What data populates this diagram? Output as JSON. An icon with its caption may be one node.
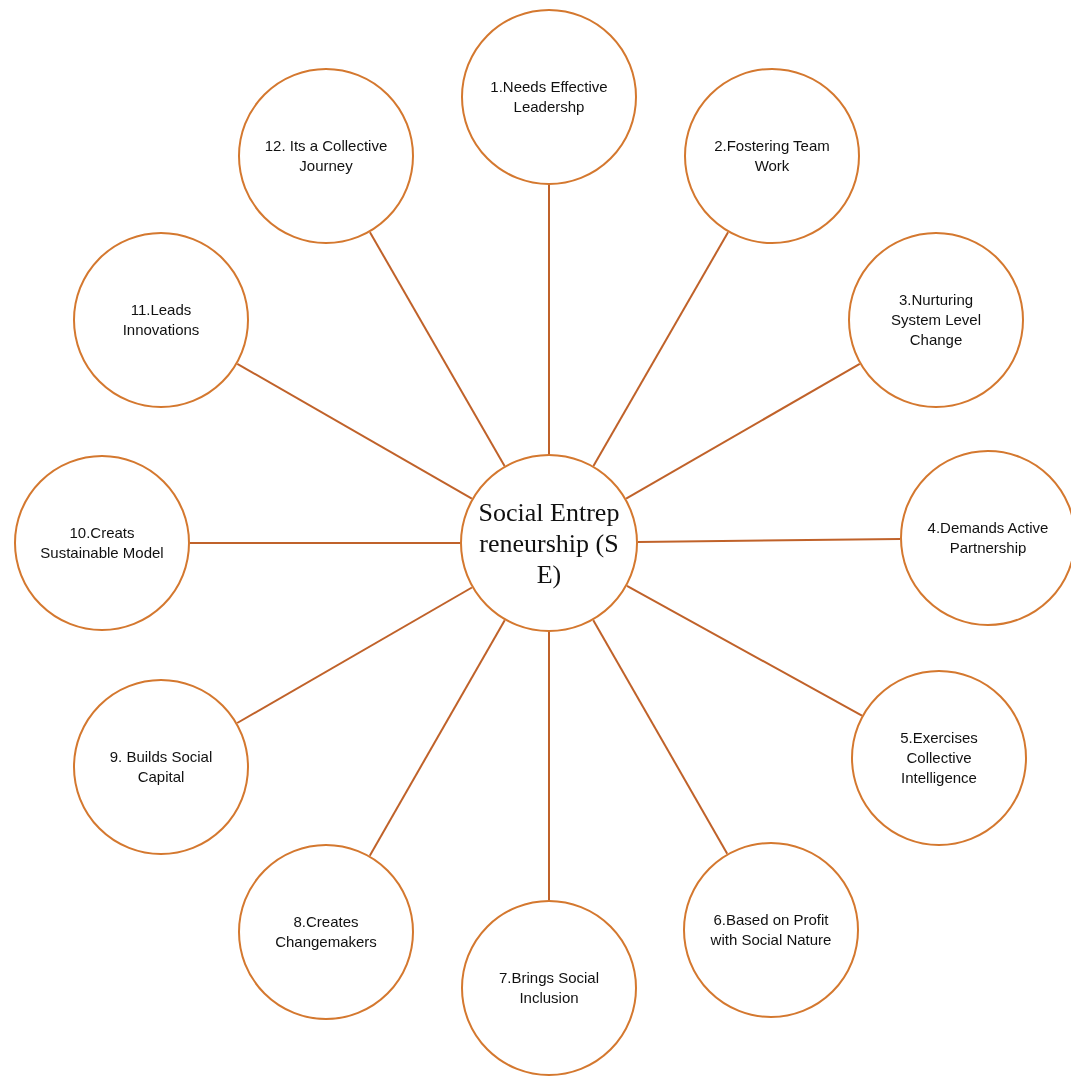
{
  "diagram": {
    "nodes": [
      {
        "text": [
          "Social Entrepreneurship (SE)"
        ]
      },
      {
        "text": [
          "1.Needs Effective Leadershp"
        ]
      },
      {
        "text": [
          "2.Fostering Team Work"
        ]
      },
      {
        "text": [
          "3.Nurturing System Level Change"
        ]
      },
      {
        "text": [
          "4.Demands Active Partnership"
        ]
      },
      {
        "text": [
          "5.Exercises Collective Intelligence"
        ]
      },
      {
        "text": [
          "6.Based on Profit with Social Nature"
        ]
      },
      {
        "text": [
          "7.Brings Social Inclusion"
        ]
      },
      {
        "text": [
          "8.Creates Changemakers"
        ]
      },
      {
        "text": [
          "9. Builds Social Capital"
        ]
      },
      {
        "text": [
          "10.Creats Sustainable Model"
        ]
      },
      {
        "text": [
          "11.Leads Innovations"
        ]
      },
      {
        "text": [
          "12. Its a Collective Journey"
        ]
      }
    ],
    "edges": [
      {
        "from": 0,
        "to": 1,
        "arrow": "none"
      },
      {
        "from": 0,
        "to": 2,
        "arrow": "none"
      },
      {
        "from": 0,
        "to": 3,
        "arrow": "none"
      },
      {
        "from": 0,
        "to": 4,
        "arrow": "none"
      },
      {
        "from": 0,
        "to": 5,
        "arrow": "none"
      },
      {
        "from": 0,
        "to": 6,
        "arrow": "none"
      },
      {
        "from": 0,
        "to": 7,
        "arrow": "none"
      },
      {
        "from": 0,
        "to": 8,
        "arrow": "none"
      },
      {
        "from": 0,
        "to": 9,
        "arrow": "none"
      },
      {
        "from": 0,
        "to": 10,
        "arrow": "none"
      },
      {
        "from": 0,
        "to": 11,
        "arrow": "none"
      },
      {
        "from": 0,
        "to": 12,
        "arrow": "none"
      }
    ]
  }
}
